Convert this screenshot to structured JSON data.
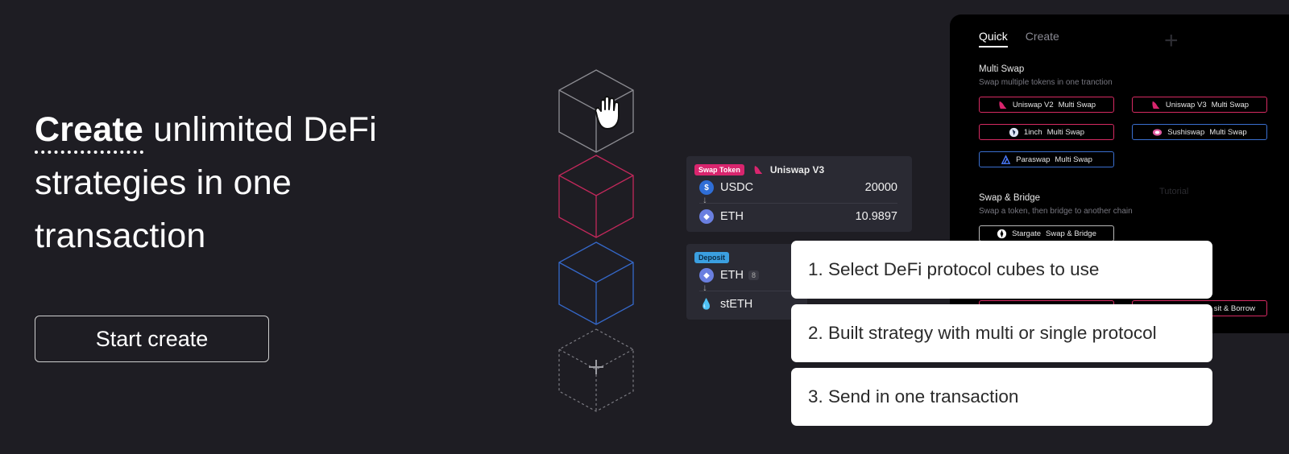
{
  "hero": {
    "title_accent": "Create",
    "title_rest": " unlimited DeFi strategies in one transaction",
    "start_button": "Start create"
  },
  "swap_card": {
    "tag": "Swap Token",
    "protocol": "Uniswap V3",
    "rows": [
      {
        "token": "USDC",
        "value": "20000"
      },
      {
        "token": "ETH",
        "value": "10.9897"
      }
    ]
  },
  "deposit_card": {
    "tag": "Deposit",
    "rows": [
      {
        "token": "ETH",
        "badge": "8"
      },
      {
        "token": "stETH"
      }
    ]
  },
  "panel": {
    "tabs": [
      {
        "label": "Quick",
        "active": true
      },
      {
        "label": "Create",
        "active": false
      }
    ],
    "faint_label": "Tutorial",
    "multi_swap": {
      "title": "Multi Swap",
      "subtitle": "Swap multiple tokens in one tranction",
      "options": [
        {
          "name": "Uniswap V2",
          "action": "Multi Swap",
          "icon": "uniswap-icon",
          "color": "pink"
        },
        {
          "name": "Uniswap V3",
          "action": "Multi Swap",
          "icon": "uniswap-icon",
          "color": "pink"
        },
        {
          "name": "1inch",
          "action": "Multi Swap",
          "icon": "1inch-icon",
          "color": "pink"
        },
        {
          "name": "Sushiswap",
          "action": "Multi Swap",
          "icon": "sushiswap-icon",
          "color": "blue"
        },
        {
          "name": "Paraswap",
          "action": "Multi Swap",
          "icon": "paraswap-icon",
          "color": "blue"
        }
      ]
    },
    "swap_bridge": {
      "title": "Swap & Bridge",
      "subtitle": "Swap a token, then bridge to another chain",
      "options": [
        {
          "name": "Stargate",
          "action": "Swap & Bridge",
          "icon": "stargate-icon",
          "color": "white"
        }
      ]
    },
    "partial_option": "sit & Borrow"
  },
  "steps": [
    "1. Select DeFi protocol cubes to use",
    "2. Built strategy with multi or single protocol",
    "3. Send in one transaction"
  ],
  "colors": {
    "background": "#1e1d23",
    "card": "#2a2a33",
    "pink": "#d9256e",
    "blue": "#3b6fcf"
  }
}
